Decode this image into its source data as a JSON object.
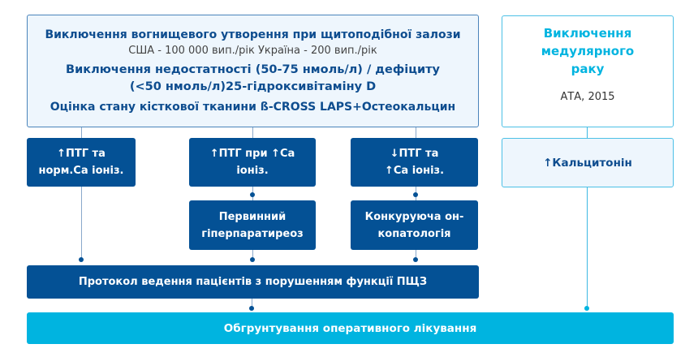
{
  "top_box": {
    "line1": "Виключення вогнищевого утворення при щитоподібної залози",
    "line2": "США - 100 000 вип./рік Україна - 200 вип./рік",
    "line3": "Виключення недостатності (50-75 нмоль/л) / дефіциту (<50 нмоль/л)25-гідроксивітаміну D",
    "line4": "Оцінка стану кісткової тканини ß-CROSS LAPS+Остеокальцин"
  },
  "right_box": {
    "title": "Виключення медулярного раку",
    "source": "АТА, 2015"
  },
  "calcitonin": "↑Кальцитонін",
  "row1": [
    "↑ПТГ та норм.Са іоніз.",
    "↑ПТГ при ↑Са іоніз.",
    "↓ПТГ та ↑Са  іоніз."
  ],
  "row2": [
    "Первинний гіперпаратиреоз",
    "Конкуруюча он-копатологія"
  ],
  "protocol": "Протокол ведення пацієнтів з порушенням функції ПЩЗ",
  "bottom": "Обгрунтування оперативного лікування",
  "colors": {
    "navy": "#045195",
    "cyan": "#00b4e0",
    "light_bg": "#eef6fd"
  }
}
